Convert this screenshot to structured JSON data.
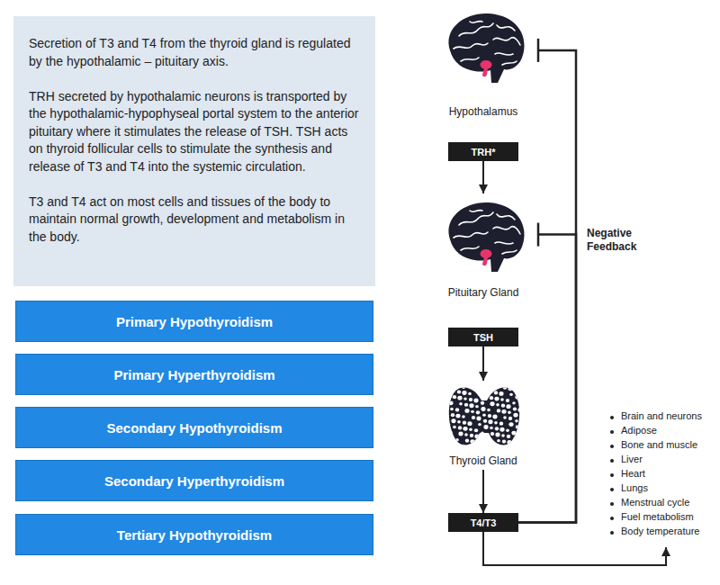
{
  "diagram": {
    "nodes": [
      {
        "text": [
          "Secretion of T3 and T4 from the thyroid gland is regulated by the hypothalamic – pituitary axis.",
          "TRH secreted by hypothalamic neurons is transported by the hypothalamic-hypophyseal portal system to the anterior pituitary where it stimulates the release of TSH. TSH acts on thyroid follicular cells to stimulate the synthesis and release of T3 and T4 into the systemic circulation.",
          "T3 and T4 act on most cells and tissues of the body to maintain normal growth, development and metabolism in the body."
        ]
      },
      {
        "text": [
          "Primary Hypothyroidism"
        ]
      },
      {
        "text": [
          "Primary Hyperthyroidism"
        ]
      },
      {
        "text": [
          "Secondary Hypothyroidism"
        ]
      },
      {
        "text": [
          "Secondary Hyperthyroidism"
        ]
      },
      {
        "text": [
          "Tertiary Hypothyroidism"
        ]
      },
      {
        "text": [
          "Hypothalamus"
        ]
      },
      {
        "text": [
          "TRH*"
        ]
      },
      {
        "text": [
          "Pituitary Gland"
        ]
      },
      {
        "text": [
          "TSH"
        ]
      },
      {
        "text": [
          "Thyroid Gland"
        ]
      },
      {
        "text": [
          "T4/T3"
        ]
      }
    ],
    "edges": [
      {
        "from": 7,
        "to": 8,
        "arrow": "to"
      },
      {
        "from": 9,
        "to": 10,
        "arrow": "to"
      },
      {
        "from": 10,
        "to": 11,
        "arrow": "to"
      },
      {
        "from": 11,
        "to": 6,
        "arrow": "to"
      },
      {
        "from": 11,
        "to": 8,
        "arrow": "to"
      }
    ],
    "labels": [
      "Negative Feedback",
      "Brain and neurons",
      "Adipose",
      "Bone and muscle",
      "Liver",
      "Heart",
      "Lungs",
      "Menstrual cycle",
      "Fuel metabolism",
      "Body temperature"
    ]
  }
}
